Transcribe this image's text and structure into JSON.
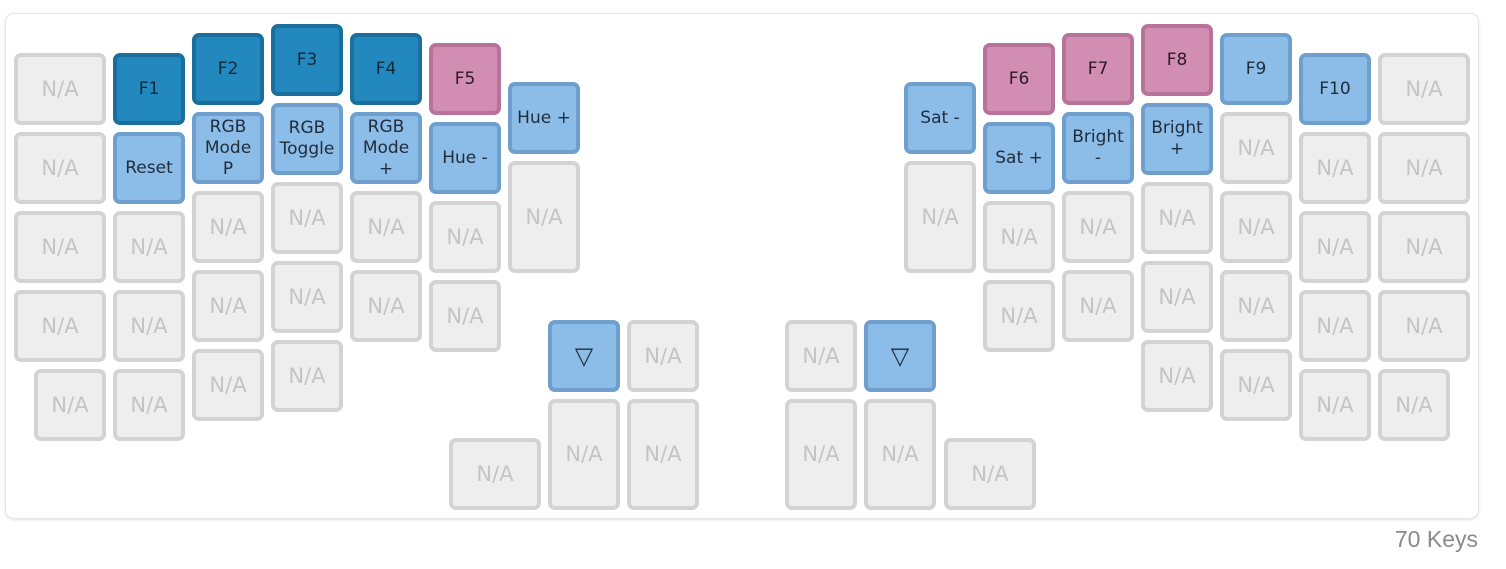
{
  "keyboard": {
    "colors": {
      "na_fill": "#eeeeee",
      "dark_fill": "#2388bd",
      "light_fill": "#8cbde9",
      "pink_fill": "#d28eb2"
    },
    "left": {
      "col0": [
        "N/A",
        "N/A",
        "N/A",
        "N/A",
        "N/A"
      ],
      "col1": [
        "F1",
        "Reset",
        "N/A",
        "N/A",
        "N/A"
      ],
      "col2": [
        "F2",
        "RGB\nMode\nP",
        "N/A",
        "N/A",
        "N/A"
      ],
      "col3": [
        "F3",
        "RGB\nToggle",
        "N/A",
        "N/A",
        "N/A"
      ],
      "col4": [
        "F4",
        "RGB\nMode +",
        "N/A",
        "N/A"
      ],
      "col5": [
        "F5",
        "Hue -",
        "N/A",
        "N/A"
      ],
      "col6": [
        "Hue +",
        "N/A"
      ],
      "thumb": [
        "▽",
        "N/A",
        "N/A",
        "N/A",
        "N/A"
      ]
    },
    "right": {
      "thumb": [
        "N/A",
        "▽",
        "N/A",
        "N/A",
        "N/A"
      ],
      "col6": [
        "Sat -",
        "N/A"
      ],
      "col5": [
        "F6",
        "Sat +",
        "N/A",
        "N/A"
      ],
      "col4": [
        "F7",
        "Bright\n-",
        "N/A",
        "N/A"
      ],
      "col3": [
        "F8",
        "Bright\n+",
        "N/A",
        "N/A",
        "N/A"
      ],
      "col2": [
        "F9",
        "N/A",
        "N/A",
        "N/A",
        "N/A"
      ],
      "col1": [
        "F10",
        "N/A",
        "N/A",
        "N/A",
        "N/A"
      ],
      "col0": [
        "N/A",
        "N/A",
        "N/A",
        "N/A",
        "N/A"
      ]
    }
  },
  "footer": {
    "key_count": "70 Keys"
  }
}
